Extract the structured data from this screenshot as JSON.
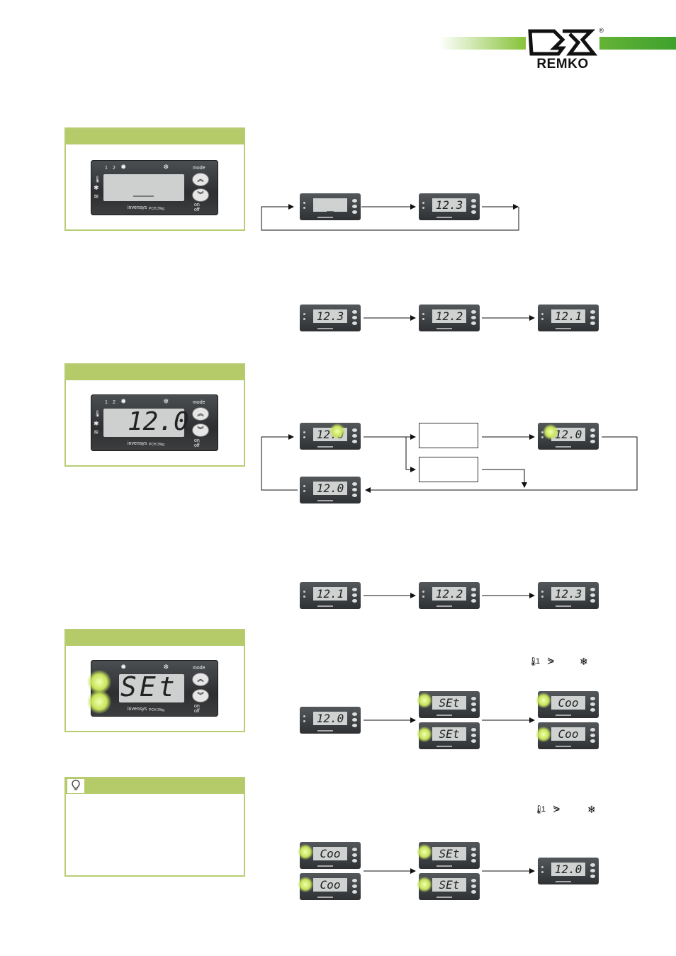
{
  "header": {
    "brand": "REMKO",
    "registered": "®"
  },
  "panels": {
    "display_dash": "__",
    "display_setpoint": "12.0",
    "display_set": "SEt",
    "mode_label": "mode",
    "onoff_label": "on\noff",
    "brand_small": "invensys",
    "model_small": "PCH 3%g",
    "led_1": "1",
    "led_2": "2"
  },
  "flows": {
    "row1": [
      "_",
      "12.3"
    ],
    "row2": [
      "12.3",
      "12.2",
      "12.1"
    ],
    "row3": [
      "12.0",
      "12.0",
      "12.0"
    ],
    "row4": [
      "12.1",
      "12.2",
      "12.3"
    ],
    "row5": [
      "12.0",
      "SEt",
      "SEt",
      "Coo",
      "Coo"
    ],
    "row6": [
      "Coo",
      "Coo",
      "SEt",
      "SEt",
      "12.0"
    ],
    "legend_a": "1",
    "legend_b": "1"
  },
  "colors": {
    "accent_green": "#b5cb6a",
    "bar_green": "#3ea12d",
    "lcd": "#cdd0cf"
  }
}
